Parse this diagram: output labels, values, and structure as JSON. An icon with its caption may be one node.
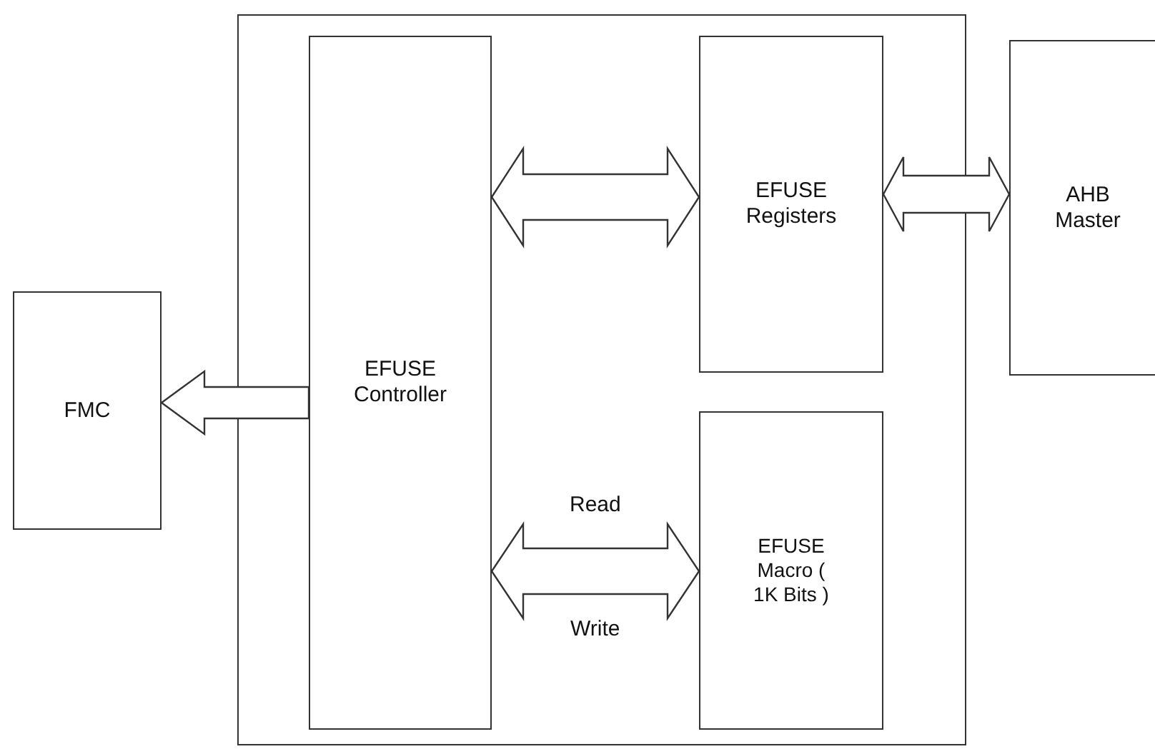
{
  "diagram": {
    "nodes": [
      {
        "text": [],
        "shape": "box"
      },
      {
        "text": [
          "EFUSE Controller"
        ],
        "in": 0
      },
      {
        "text": [
          "EFUSE Registers"
        ],
        "in": 0
      },
      {
        "text": [
          "EFUSE Macro ( 1K Bits )"
        ],
        "in": 0
      },
      {
        "text": [
          "AHB Master"
        ]
      },
      {
        "text": [
          "FMC"
        ]
      }
    ],
    "edges": [
      {
        "from": 1,
        "to": 2,
        "arrow": "both",
        "style": "thick"
      },
      {
        "from": 2,
        "to": 4,
        "arrow": "both",
        "style": "thick"
      },
      {
        "from": 1,
        "to": 5,
        "arrow": "to",
        "style": "thick"
      },
      {
        "from": 1,
        "to": 3,
        "arrow": "both",
        "style": "thick",
        "label": "Read"
      }
    ],
    "labels": [
      "Write"
    ]
  }
}
